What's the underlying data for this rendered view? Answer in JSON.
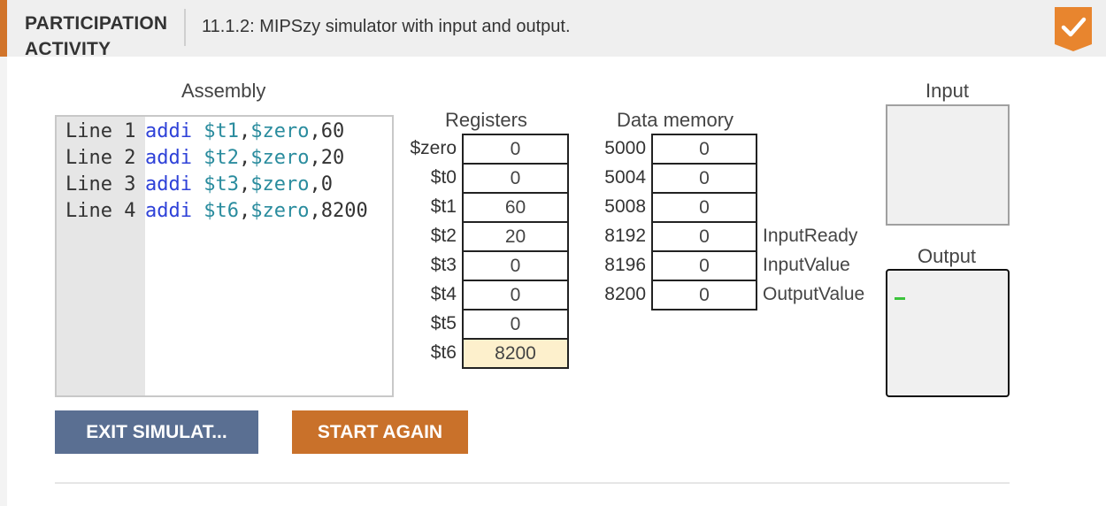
{
  "header": {
    "activity_label": "PARTICIPATION ACTIVITY",
    "title": "11.1.2: MIPSzy simulator with input and output.",
    "completion_icon": "checkmark-icon",
    "accent_color": "#d1742a",
    "badge_color": "#e8852e"
  },
  "assembly": {
    "label": "Assembly",
    "lines": [
      {
        "num": "Line 1",
        "op": "addi",
        "r1": "$t1",
        "r2": "$zero",
        "imm": "60"
      },
      {
        "num": "Line 2",
        "op": "addi",
        "r1": "$t2",
        "r2": "$zero",
        "imm": "20"
      },
      {
        "num": "Line 3",
        "op": "addi",
        "r1": "$t3",
        "r2": "$zero",
        "imm": "0"
      },
      {
        "num": "Line 4",
        "op": "addi",
        "r1": "$t6",
        "r2": "$zero",
        "imm": "8200"
      }
    ]
  },
  "registers": {
    "label": "Registers",
    "items": [
      {
        "name": "$zero",
        "value": "0"
      },
      {
        "name": "$t0",
        "value": "0"
      },
      {
        "name": "$t1",
        "value": "60"
      },
      {
        "name": "$t2",
        "value": "20"
      },
      {
        "name": "$t3",
        "value": "0"
      },
      {
        "name": "$t4",
        "value": "0"
      },
      {
        "name": "$t5",
        "value": "0"
      },
      {
        "name": "$t6",
        "value": "8200",
        "highlighted": true
      }
    ]
  },
  "memory": {
    "label": "Data memory",
    "items": [
      {
        "address": "5000",
        "value": "0",
        "note": ""
      },
      {
        "address": "5004",
        "value": "0",
        "note": ""
      },
      {
        "address": "5008",
        "value": "0",
        "note": ""
      },
      {
        "address": "8192",
        "value": "0",
        "note": "InputReady"
      },
      {
        "address": "8196",
        "value": "0",
        "note": "InputValue"
      },
      {
        "address": "8200",
        "value": "0",
        "note": "OutputValue"
      }
    ]
  },
  "io": {
    "input_label": "Input",
    "output_label": "Output"
  },
  "buttons": {
    "exit": "EXIT SIMULAT...",
    "start_again": "START AGAIN"
  },
  "colors": {
    "register_highlight": "#fdf0cc",
    "exit_button": "#5a6f92",
    "start_button": "#c9712a",
    "opcode": "#2e41d8",
    "register_token": "#2a8c9e",
    "cursor": "#3cc43c"
  }
}
